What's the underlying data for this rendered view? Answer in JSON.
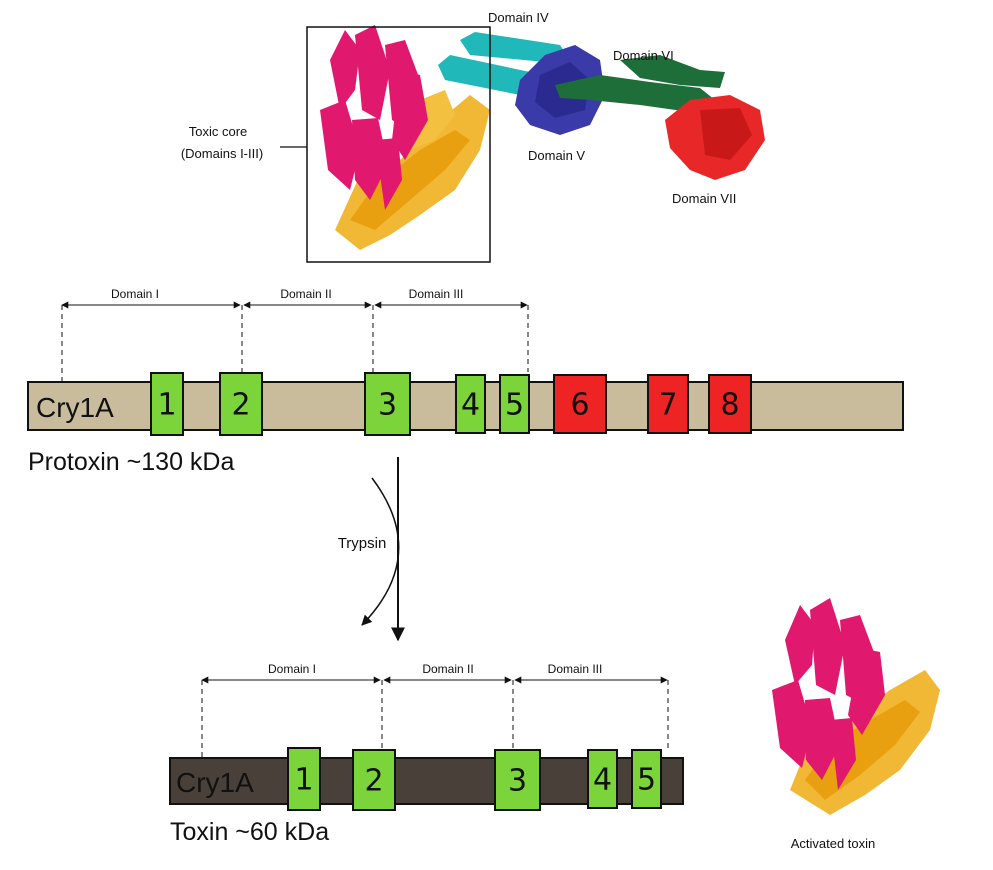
{
  "protein_structure": {
    "toxic_core_label_line1": "Toxic core",
    "toxic_core_label_line2": "(Domains I-III)",
    "domain_labels": [
      "Domain IV",
      "Domain V",
      "Domain VI",
      "Domain VII"
    ]
  },
  "protoxin": {
    "name": "Cry1A",
    "caption": "Protoxin ~130 kDa",
    "domain_spans": [
      "Domain I",
      "Domain II",
      "Domain III"
    ],
    "blocks": [
      {
        "label": "1",
        "color": "#7ad43a"
      },
      {
        "label": "2",
        "color": "#7ad43a"
      },
      {
        "label": "3",
        "color": "#7ad43a"
      },
      {
        "label": "4",
        "color": "#7ad43a"
      },
      {
        "label": "5",
        "color": "#7ad43a"
      },
      {
        "label": "6",
        "color": "#ee2424"
      },
      {
        "label": "7",
        "color": "#ee2424"
      },
      {
        "label": "8",
        "color": "#ee2424"
      }
    ]
  },
  "enzyme": "Trypsin",
  "toxin": {
    "name": "Cry1A",
    "caption": "Toxin ~60 kDa",
    "domain_spans": [
      "Domain I",
      "Domain II",
      "Domain III"
    ],
    "blocks": [
      {
        "label": "1",
        "color": "#7ad43a"
      },
      {
        "label": "2",
        "color": "#7ad43a"
      },
      {
        "label": "3",
        "color": "#7ad43a"
      },
      {
        "label": "4",
        "color": "#7ad43a"
      },
      {
        "label": "5",
        "color": "#7ad43a"
      }
    ]
  },
  "activated_label": "Activated toxin",
  "colors": {
    "protoxin_bar": "#c8bc9c",
    "toxin_bar": "#4a403a",
    "domain_pink": "#e0186e",
    "domain_orange": "#f0b020",
    "domain_cyan": "#20b8b8",
    "domain_blue": "#3a3aa8",
    "domain_green": "#1e6e3a",
    "domain_red": "#e82828"
  }
}
